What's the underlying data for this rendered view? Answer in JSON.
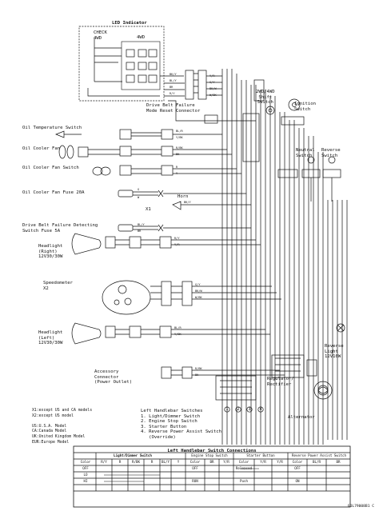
{
  "labels": {
    "led_indicator": "LED Indicator",
    "check_4wd": "CHECK\n4WD",
    "four_wd": "4WD",
    "drive_belt_failure": "Drive Belt Failure\nMode Reset Connector",
    "twowd_4wd": "2WD/4WD\nShift\nSwitch",
    "ignition_switch": "Ignition\nSwitch",
    "oil_temp": "Oil Temperature Switch",
    "oil_cooler_fan": "Oil Cooler Fan",
    "oil_cooler_fan_switch": "Oil Cooler Fan Switch",
    "oil_cooler_fan_fuse": "Oil Cooler Fan Fuse 20A",
    "horn": "Horn",
    "x1": "X1",
    "neutral_switch": "Neutral\nSwitch",
    "reverse_switch": "Reverse\nSwitch",
    "belt_failure_fuse": "Drive Belt Failure Detecting\nSwitch Fuse 5A",
    "headlight_right": "Headlight\n(Right)\n12V30/30W",
    "speedometer": "Speedometer\nX2",
    "headlight_left": "Headlight\n(Left)\n12V30/30W",
    "accessory": "Accessory\nConnector\n(Power Outlet)",
    "regulator": "Regulator/\nRectifier",
    "reverse_light": "Reverse\nLight\n12V10W",
    "alternator": "Alternator",
    "left_handlebar": "Left Handlebar Switches\n1. Light/Dimmer Switch\n2. Engine Stop Switch\n3. Starter Button\n4. Reverse Power Assist Switch\n   (Override)",
    "notes": "X1:except US and CA models\nX2:except US model\n\nUS:U.S.A. Model\nCA:Canada Model\nUK:United Kingdom Model\nEUR:Europe Model",
    "drawing_code": "GOL79008B1 C"
  },
  "table": {
    "title": "Left Handlebar Switch Connections",
    "groups": [
      "Light/Dimmer Switch",
      "Engine Stop Switch",
      "Starter Button",
      "Reverse Power Assist Switch"
    ],
    "light": {
      "headers": [
        "Color",
        "R/Y",
        "R",
        "R/BK",
        "R",
        "BL/Y",
        "Y"
      ],
      "rows": [
        "OFF",
        "LO",
        "HI"
      ]
    },
    "engine": {
      "headers": [
        "Color",
        "BR",
        "Y/R"
      ],
      "rows": [
        "OFF",
        "RUN"
      ]
    },
    "starter": {
      "headers": [
        "Color",
        "Y/R",
        "Y/R"
      ],
      "rows": [
        "Released",
        "Push"
      ]
    },
    "reverse": {
      "headers": [
        "Color",
        "BL/R",
        "BR"
      ],
      "rows": [
        "OFF",
        "ON"
      ]
    }
  },
  "wire_codes": [
    "BK/Y",
    "BL/Y",
    "BR",
    "R/Y",
    "Y/R",
    "G/Y",
    "BK/W",
    "W/BK",
    "BL/R",
    "Y/BK",
    "R/BK",
    "BK",
    "R",
    "Y",
    "G",
    "W"
  ]
}
